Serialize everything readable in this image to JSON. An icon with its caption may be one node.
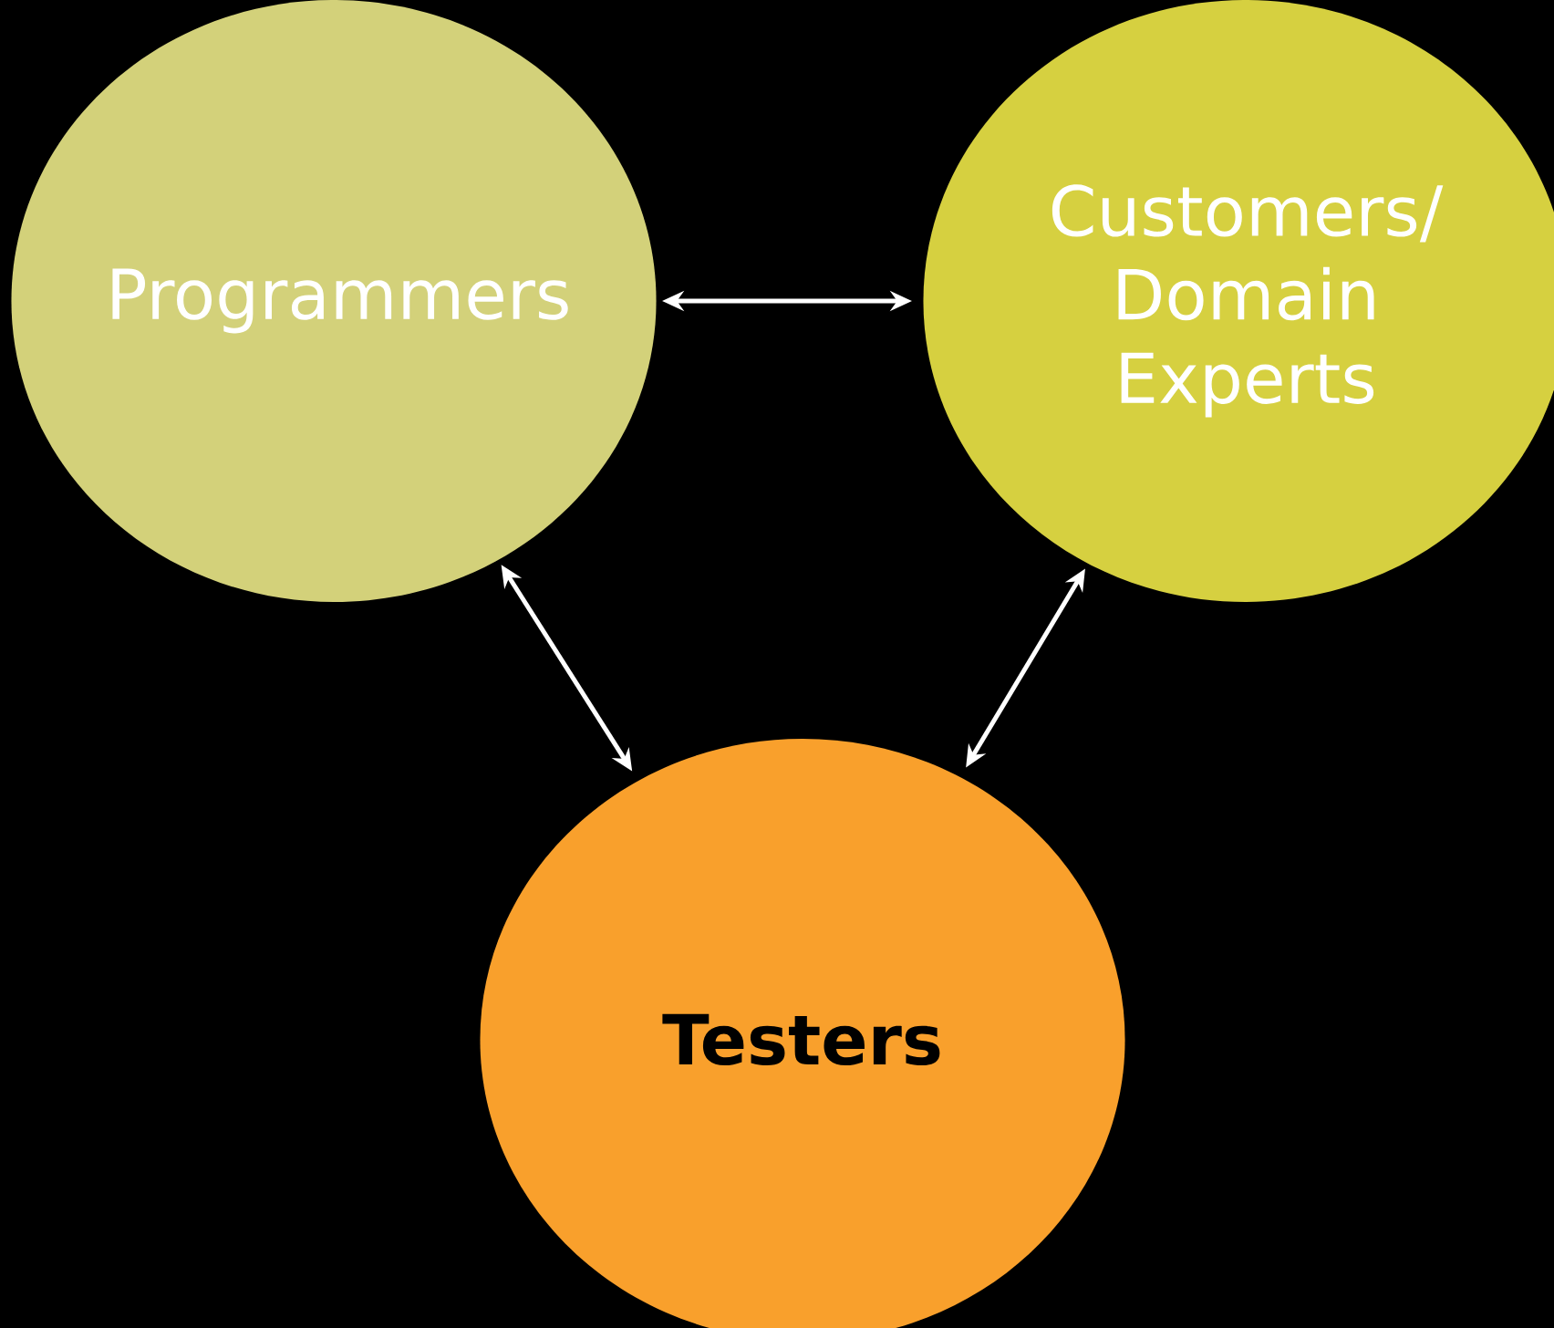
{
  "diagram": {
    "nodes": [
      {
        "text": [
          "Programmers"
        ]
      },
      {
        "text": [
          "Customers/ Domain Experts"
        ]
      },
      {
        "text": [
          "Testers"
        ]
      }
    ],
    "edges": [
      {
        "from": 0,
        "to": 1,
        "arrow": "both"
      },
      {
        "from": 0,
        "to": 2,
        "arrow": "both"
      },
      {
        "from": 1,
        "to": 2,
        "arrow": "both"
      }
    ]
  }
}
